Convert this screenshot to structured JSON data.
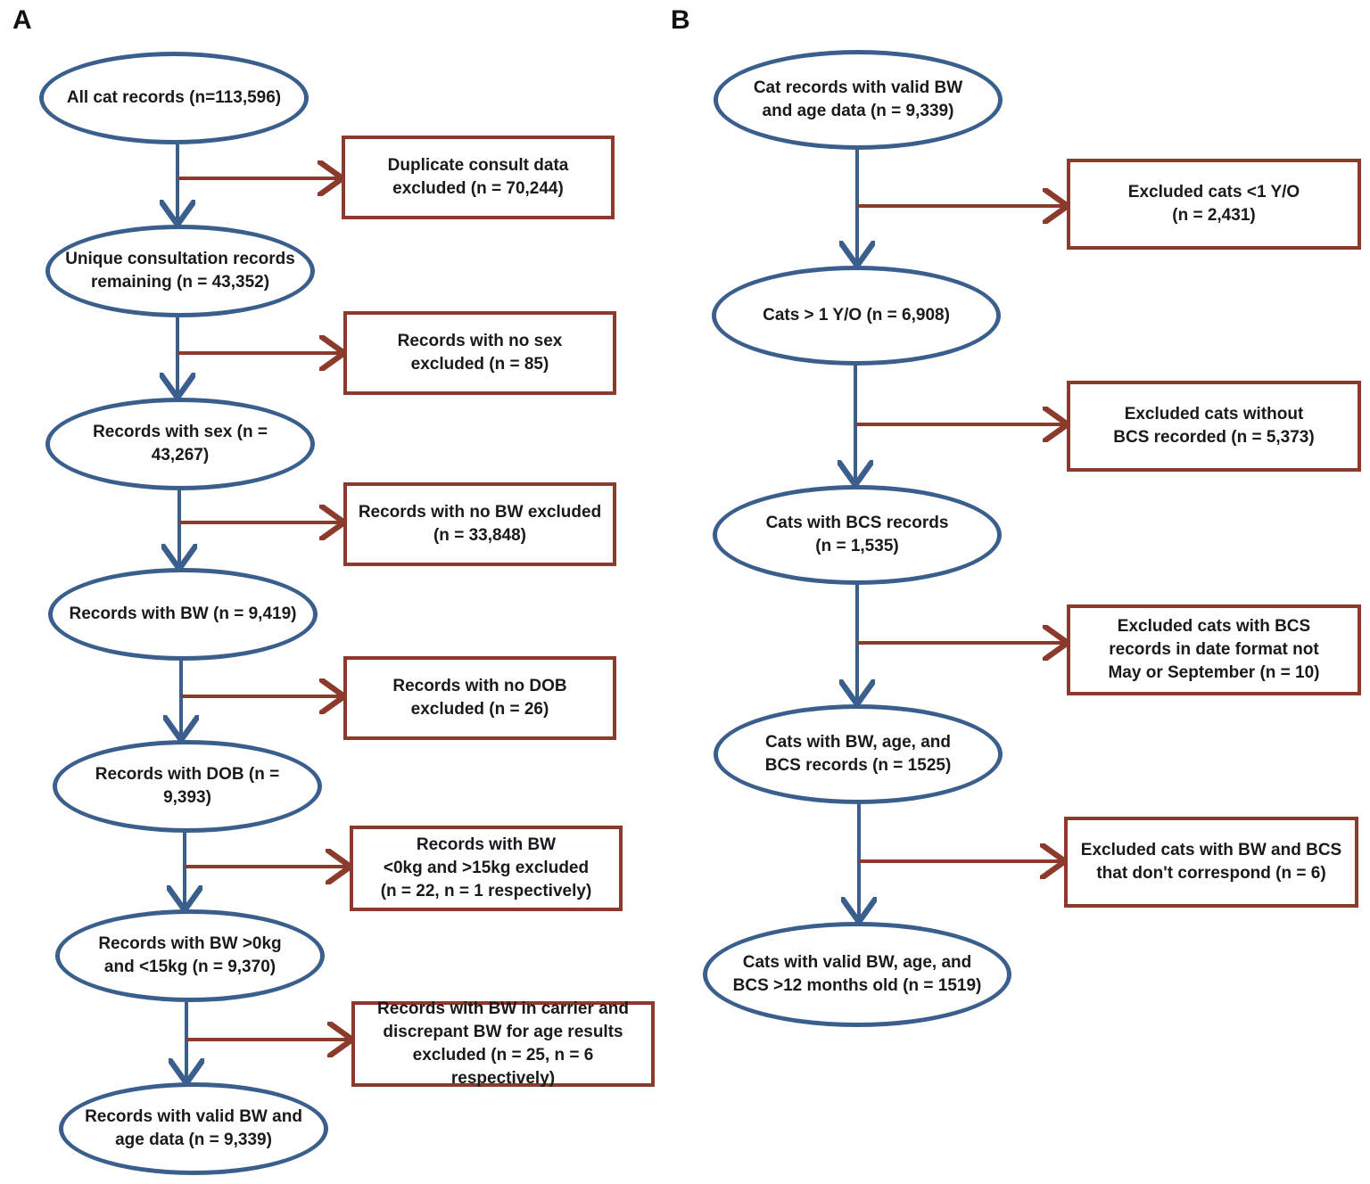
{
  "panel_a": {
    "label": "A",
    "nodes": [
      "All cat records (n=113,596)",
      "Unique consultation records\nremaining (n = 43,352)",
      "Records with sex (n = 43,267)",
      "Records with BW (n = 9,419)",
      "Records with DOB (n = 9,393)",
      "Records with BW >0kg\nand <15kg (n = 9,370)",
      "Records with valid BW and\nage data (n = 9,339)"
    ],
    "exclusions": [
      "Duplicate consult data\nexcluded (n = 70,244)",
      "Records with no sex\nexcluded (n = 85)",
      "Records with no BW excluded\n(n = 33,848)",
      "Records with no DOB\nexcluded (n = 26)",
      "Records with BW\n<0kg and >15kg excluded\n(n = 22, n = 1 respectively)",
      "Records with BW in carrier and\ndiscrepant BW for age results\nexcluded (n = 25, n = 6 respectively)"
    ]
  },
  "panel_b": {
    "label": "B",
    "nodes": [
      "Cat records with valid BW\nand age data (n = 9,339)",
      "Cats > 1 Y/O  (n = 6,908)",
      "Cats with BCS records\n(n = 1,535)",
      "Cats with BW, age, and\nBCS records (n = 1525)",
      "Cats with valid BW, age, and\nBCS >12 months old (n = 1519)"
    ],
    "exclusions": [
      "Excluded cats <1 Y/O\n(n = 2,431)",
      "Excluded cats without\nBCS recorded (n = 5,373)",
      "Excluded cats with BCS\nrecords in date format not\nMay or September  (n = 10)",
      "Excluded cats with BW and BCS\nthat don't correspond (n = 6)"
    ]
  },
  "colors": {
    "main_flow": "#3b5f8c",
    "exclusion": "#8b3a2b"
  }
}
